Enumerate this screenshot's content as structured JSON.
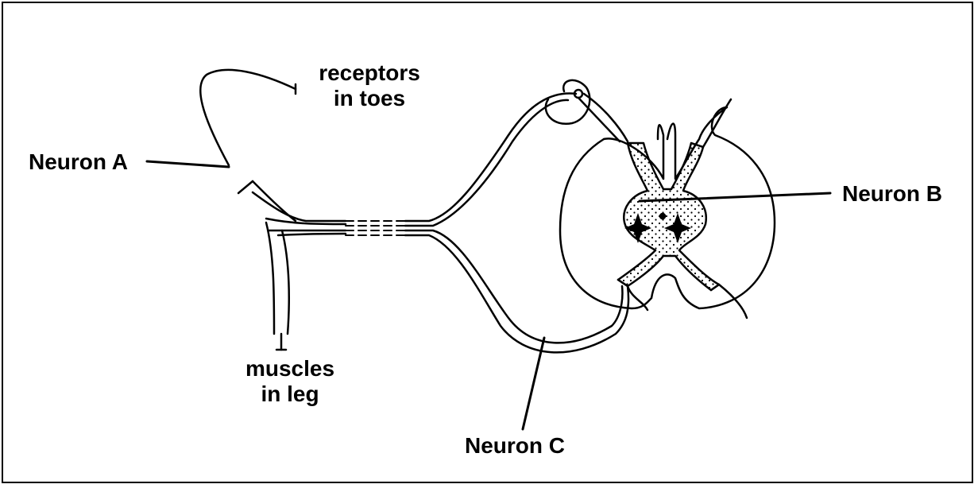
{
  "labels": {
    "receptors": [
      "receptors",
      "in toes"
    ],
    "neuron_a": "Neuron A",
    "neuron_b": "Neuron B",
    "neuron_c": "Neuron C",
    "muscles": [
      "muscles",
      "in leg"
    ]
  }
}
